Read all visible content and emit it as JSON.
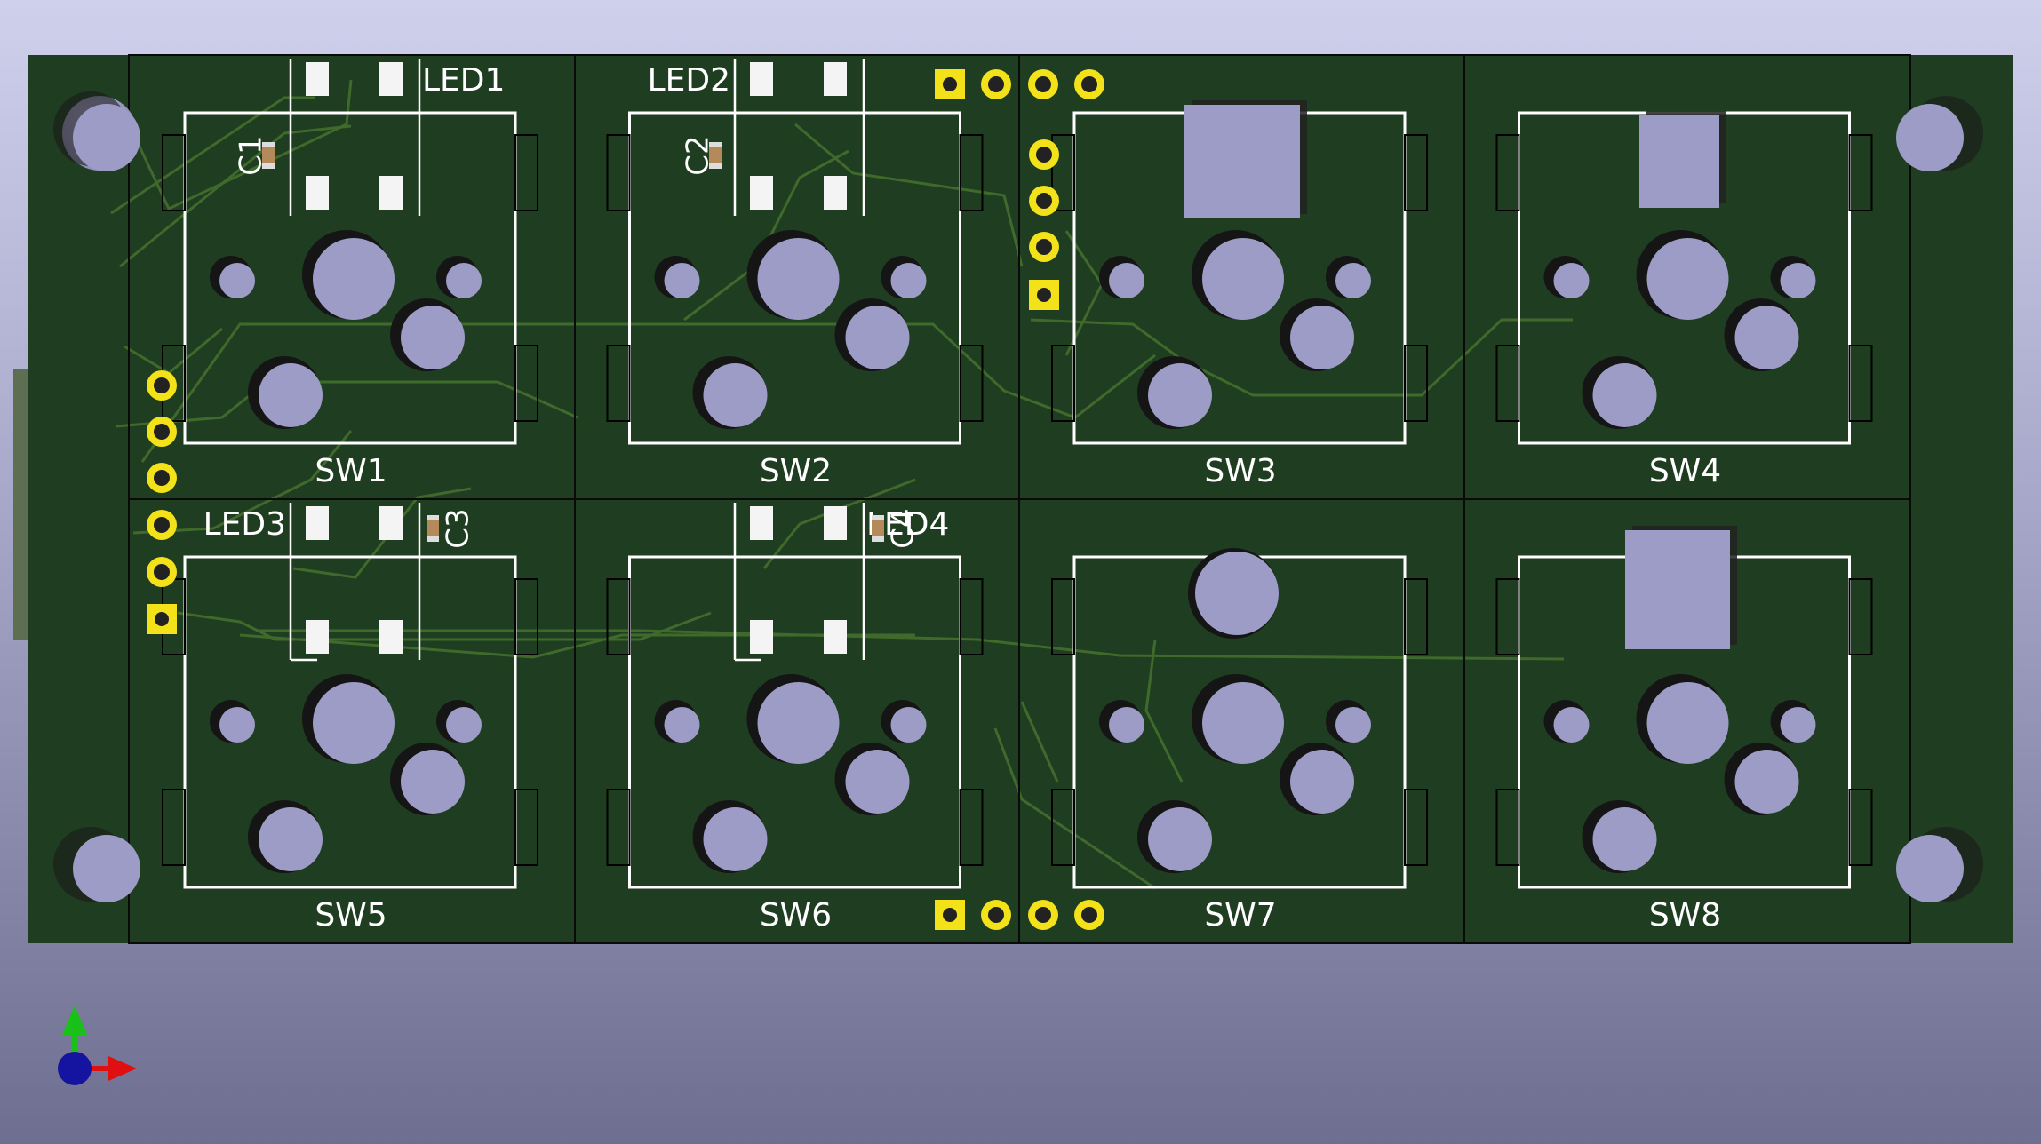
{
  "board": {
    "pcb_color": "#1f3d20",
    "trace_color": "#3f6a2c",
    "silk_color": "#ffffff",
    "pad_color": "#f3e21a",
    "hole_color": "#9c9cc6",
    "outline_color": "#0a0a0a"
  },
  "switches": [
    {
      "ref": "SW1"
    },
    {
      "ref": "SW2"
    },
    {
      "ref": "SW3"
    },
    {
      "ref": "SW4"
    },
    {
      "ref": "SW5"
    },
    {
      "ref": "SW6"
    },
    {
      "ref": "SW7"
    },
    {
      "ref": "SW8"
    }
  ],
  "leds": [
    {
      "ref": "LED1"
    },
    {
      "ref": "LED2"
    },
    {
      "ref": "LED3"
    },
    {
      "ref": "LED4"
    }
  ],
  "capacitors": [
    {
      "ref": "C1"
    },
    {
      "ref": "C2"
    },
    {
      "ref": "C3"
    },
    {
      "ref": "C4"
    }
  ],
  "axes": {
    "x_color": "#e01010",
    "y_color": "#18c018",
    "z_color": "#1414a0"
  }
}
